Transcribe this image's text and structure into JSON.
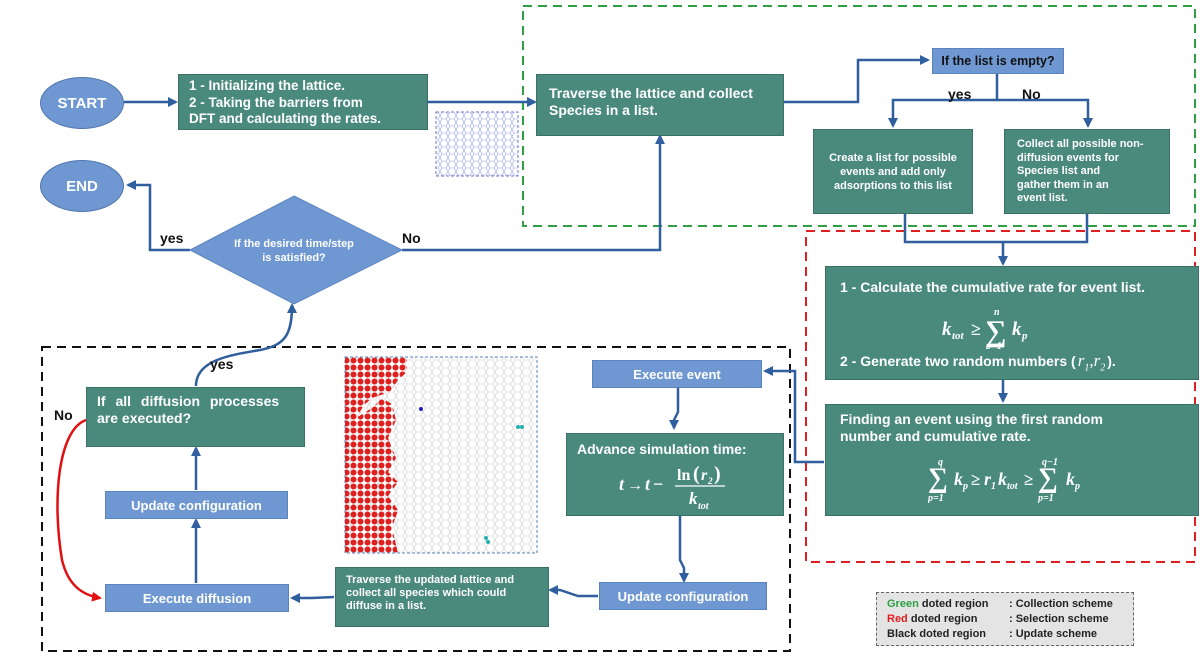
{
  "start": "START",
  "end": "END",
  "init": {
    "line1": "1 - Initializing the lattice.",
    "line2": "2 - Taking the barriers from",
    "line3": "DFT and calculating the rates."
  },
  "traverse": {
    "line1": "Traverse the lattice and collect",
    "line2": "Species in a list."
  },
  "list_empty": "If the list is empty?",
  "branch_yes": "yes",
  "branch_no": "No",
  "create_list": {
    "line1": "Create a list for possible",
    "line2": "events and add only",
    "line3": "adsorptions to this list"
  },
  "collect_events": {
    "line1": "Collect all possible non-",
    "line2": "diffusion events for",
    "line3": "Species list and",
    "line4": "gather them in an",
    "line5": "event list."
  },
  "desired_time": {
    "line1": "If the desired time/step",
    "line2": "is satisfied?"
  },
  "desired_yes": "yes",
  "desired_no": "No",
  "cumulative": {
    "line1": "1 - Calculate the cumulative rate for event list.",
    "line2": "2 - Generate two random numbers (",
    "line2_end": ")."
  },
  "finding": {
    "line1": "Finding an event using the first random",
    "line2": "number and cumulative rate."
  },
  "execute_event": "Execute event",
  "advance": {
    "title": "Advance simulation time:"
  },
  "update_config_right": "Update configuration",
  "traverse_updated": {
    "line1": "Traverse the updated lattice and",
    "line2": "collect all species which could",
    "line3": "diffuse in a list."
  },
  "execute_diffusion": "Execute diffusion",
  "update_config_left": "Update configuration",
  "all_diffusion": {
    "line1": "If all diffusion processes",
    "line2": "are executed?"
  },
  "diff_yes": "yes",
  "diff_no": "No",
  "legend": [
    {
      "word": "Green",
      "rest": " doted region",
      "desc": ": Collection scheme",
      "color": "#2ea043"
    },
    {
      "word": "Red",
      "rest": " doted region",
      "desc": ": Selection scheme",
      "color": "#e02020"
    },
    {
      "word": "Black",
      "rest": " doted region",
      "desc": ": Update scheme",
      "color": "#111111"
    }
  ],
  "colors": {
    "teal": "#4a8a7c",
    "blue": "#6f98d2",
    "arrow": "#2f5f9e",
    "green_region": "#2ea043",
    "red_region": "#e02020",
    "black_region": "#111111",
    "red_arrow": "#e01010"
  }
}
